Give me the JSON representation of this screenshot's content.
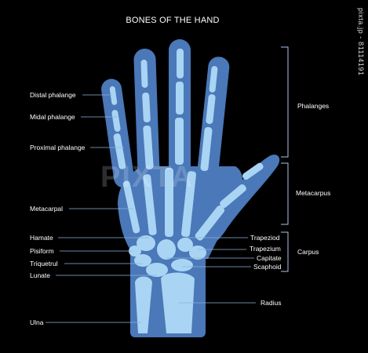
{
  "title": "BONES OF THE HAND",
  "watermark": "PIXTA",
  "stock_id": "pixta.jp - 81114191",
  "colors": {
    "background": "#000000",
    "hand": "#4a78b8",
    "bone": "#a9d4f4",
    "line": "#8fb3d9"
  },
  "left_labels": {
    "distal_phalange": "Distal phalange",
    "midal_phalange": "Midal phalange",
    "proximal_phalange": "Proximal phalange",
    "metacarpal": "Metacarpal",
    "hamate": "Hamate",
    "pisiform": "Pisiform",
    "triquetrul": "Triquetrul",
    "lunate": "Lunate",
    "ulna": "Ulna"
  },
  "right_labels": {
    "trapeziod": "Trapeziod",
    "trapezium": "Trapezium",
    "capitate": "Capitate",
    "scaphoid": "Scaphoid",
    "radius": "Radius"
  },
  "groups": {
    "phalanges": "Phalanges",
    "metacarpus": "Metacarpus",
    "carpus": "Carpus"
  }
}
